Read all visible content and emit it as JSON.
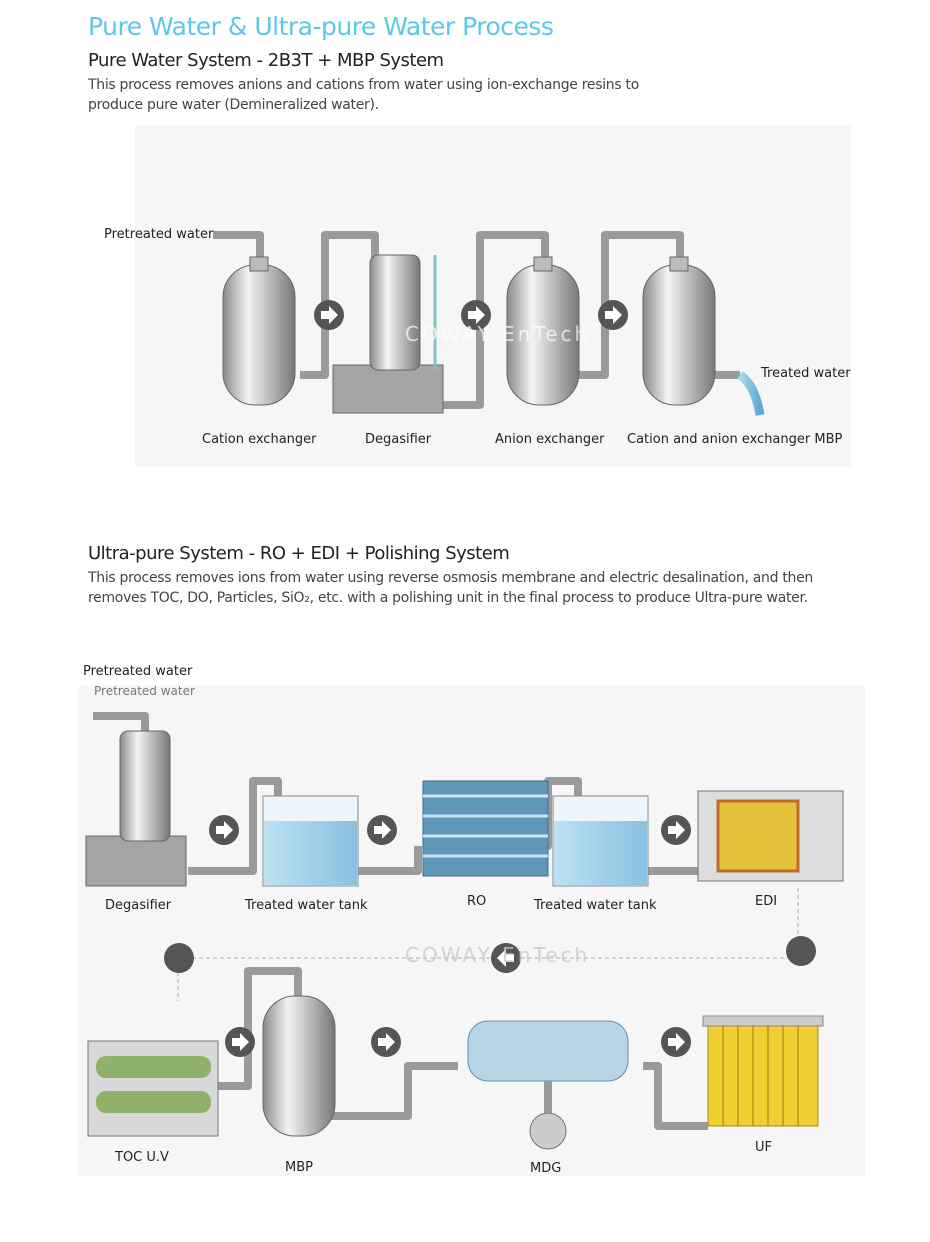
{
  "title": "Pure Water & Ultra-pure Water Process",
  "pure_system": {
    "heading": "Pure Water System - 2B3T + MBP System",
    "description": "This process removes anions and cations from water using ion-exchange resins to produce pure water (Demineralized water).",
    "labels": {
      "inlet": "Pretreated water",
      "outlet": "Treated water",
      "cation_exchanger": "Cation exchanger",
      "degasifier": "Degasifier",
      "anion_exchanger": "Anion exchanger",
      "mbp": "Cation and anion exchanger MBP"
    },
    "watermark": "COWAY EnTech"
  },
  "ultra_system": {
    "heading": "Ultra-pure System - RO + EDI + Polishing System",
    "description": "This process removes ions from water using reverse osmosis membrane and electric desalination, and then removes TOC, DO, Particles, SiO₂, etc. with a polishing unit in the final process to produce Ultra-pure water.",
    "labels": {
      "inlet": "Pretreated water",
      "inlet_small": "Pretreated water",
      "degasifier": "Degasifier",
      "tank1": "Treated water tank",
      "ro": "RO",
      "tank2": "Treated water tank",
      "edi": "EDI",
      "toc": "TOC U.V",
      "mbp": "MBP",
      "mdg": "MDG",
      "uf": "UF"
    },
    "watermark": "COWAY EnTech"
  },
  "colors": {
    "accent": "#5bc8e6",
    "arrow": "#555555",
    "water": "#7fc6e8"
  }
}
